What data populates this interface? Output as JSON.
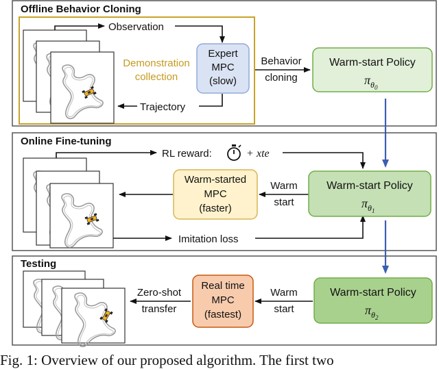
{
  "panels": {
    "offline": {
      "title": "Offline Behavior Cloning"
    },
    "online": {
      "title": "Online Fine-tuning"
    },
    "testing": {
      "title": "Testing"
    }
  },
  "offline": {
    "observation": "Observation",
    "trajectory": "Trajectory",
    "demonstration": [
      "Demonstration",
      "collection"
    ],
    "expert_mpc": [
      "Expert",
      "MPC",
      "(slow)"
    ],
    "behavior_cloning": [
      "Behavior",
      "cloning"
    ],
    "policy_title": "Warm-start Policy",
    "policy_symbol": "π",
    "policy_sub": "θ",
    "policy_subsub": "0"
  },
  "online": {
    "rl_reward": "RL reward:",
    "rl_plus": "+",
    "rl_xte": "xte",
    "imitation_loss": "Imitation loss",
    "warm_started_mpc": [
      "Warm-started",
      "MPC",
      "(faster)"
    ],
    "warm_start": [
      "Warm",
      "start"
    ],
    "policy_title": "Warm-start Policy",
    "policy_symbol": "π",
    "policy_sub": "θ",
    "policy_subsub": "1"
  },
  "testing": {
    "zero_shot": [
      "Zero-shot",
      "transfer"
    ],
    "real_time_mpc": [
      "Real time",
      "MPC",
      "(fastest)"
    ],
    "warm_start": [
      "Warm",
      "start"
    ],
    "policy_title": "Warm-start Policy",
    "policy_symbol": "π",
    "policy_sub": "θ",
    "policy_subsub": "2"
  },
  "caption": "Fig. 1: Overview of our proposed algorithm. The first two",
  "colors": {
    "demo_border": "#c9a227",
    "demo_text": "#c59a1f",
    "expert_fill": "#dae3f3",
    "expert_stroke": "#8faadc",
    "policy_light_fill": "#e2f0d9",
    "policy_mid_fill": "#c5e0b4",
    "policy_dark_fill": "#a9d18e",
    "policy_stroke": "#70ad47",
    "warm_mpc_fill": "#fff2cc",
    "warm_mpc_stroke": "#d6b656",
    "realtime_fill": "#f8cbad",
    "realtime_stroke": "#c55a11",
    "vertical_arrow": "#4472c4"
  }
}
